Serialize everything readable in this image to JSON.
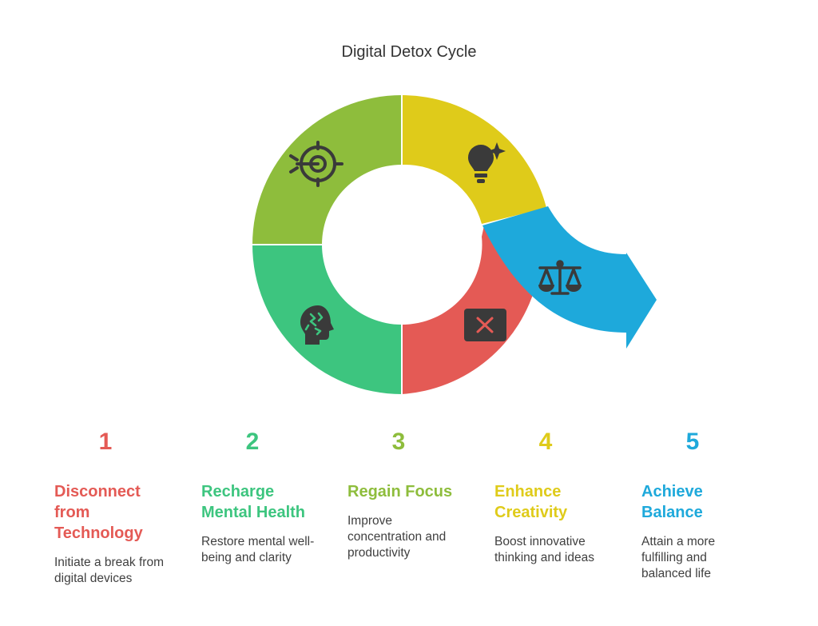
{
  "title": "Digital Detox Cycle",
  "colors": {
    "step1": "#E45A55",
    "step2": "#3DC57F",
    "step3": "#8EBD3C",
    "step4": "#DFCB1A",
    "step5": "#1EA9DB",
    "icon": "#3A3A3A"
  },
  "steps": [
    {
      "number": "1",
      "heading": "Disconnect from Technology",
      "description": "Initiate a break from digital devices",
      "icon": "monitor-x-icon"
    },
    {
      "number": "2",
      "heading": "Recharge Mental Health",
      "description": "Restore mental well-being and clarity",
      "icon": "head-brain-icon"
    },
    {
      "number": "3",
      "heading": "Regain Focus",
      "description": "Improve concentration and productivity",
      "icon": "target-arrow-icon"
    },
    {
      "number": "4",
      "heading": "Enhance Creativity",
      "description": "Boost innovative thinking and ideas",
      "icon": "lightbulb-spark-icon"
    },
    {
      "number": "5",
      "heading": "Achieve Balance",
      "description": "Attain a more fulfilling and balanced life",
      "icon": "balance-scale-icon"
    }
  ]
}
